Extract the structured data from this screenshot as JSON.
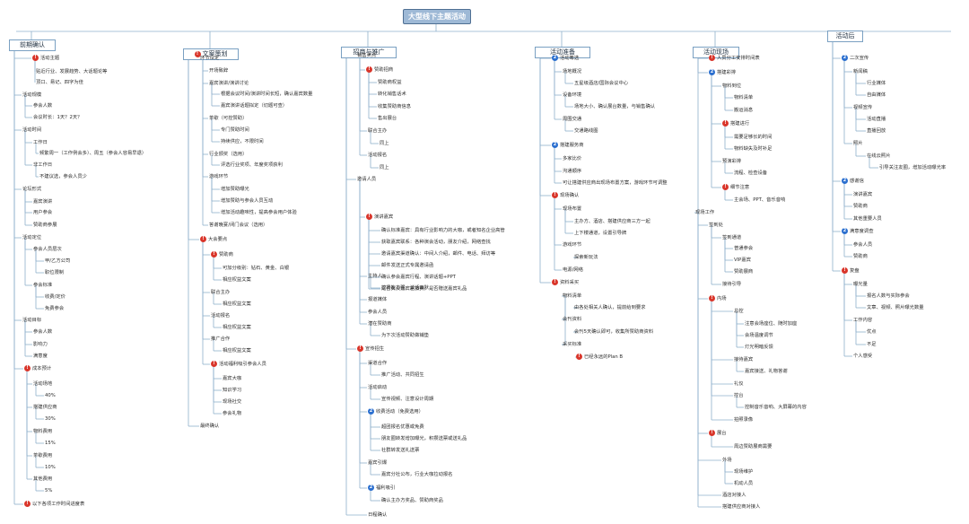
{
  "title": "大型线下主题活动",
  "branches": [
    {
      "label": "前期确认"
    },
    {
      "label": "文案策划",
      "badge": "red"
    },
    {
      "label": "招商与推广"
    },
    {
      "label": "活动准备"
    },
    {
      "label": "活动现场"
    },
    {
      "label": "活动后"
    }
  ],
  "nodes": [
    {
      "text": "活动主题",
      "badge": "red"
    },
    {
      "text": "贴近行业、发展趋势、大话题论等"
    },
    {
      "text": "顶口、易记、四字为佳"
    },
    {
      "text": "活动规模"
    },
    {
      "text": "参会人数"
    },
    {
      "text": "会议时长：1天？2天？"
    },
    {
      "text": "活动时间"
    },
    {
      "text": "工作日"
    },
    {
      "text": "频繁周一（工作例会多）、周五（参会人容易早退）"
    },
    {
      "text": "非工作日"
    },
    {
      "text": "不建议选，参会人员少"
    },
    {
      "text": "论坛形式"
    },
    {
      "text": "嘉宾演讲"
    },
    {
      "text": "用户参会"
    },
    {
      "text": "赞助商参展"
    },
    {
      "text": "活动定位"
    },
    {
      "text": "参会人员层次"
    },
    {
      "text": "甲/乙方公司"
    },
    {
      "text": "职位限制"
    },
    {
      "text": "参会标准"
    },
    {
      "text": "收费/定价"
    },
    {
      "text": "免费参会"
    },
    {
      "text": "活动目标"
    },
    {
      "text": "参会人数"
    },
    {
      "text": "影响力"
    },
    {
      "text": "满意度"
    },
    {
      "text": "成本预计",
      "badge": "red"
    },
    {
      "text": "活动场地"
    },
    {
      "text": "40%"
    },
    {
      "text": "搭建供应商"
    },
    {
      "text": "30%"
    },
    {
      "text": "物料费用"
    },
    {
      "text": "15%"
    },
    {
      "text": "茶歇费用"
    },
    {
      "text": "10%"
    },
    {
      "text": "其他费用"
    },
    {
      "text": "5%"
    },
    {
      "text": "以下各项工作时间进度表",
      "badge": "red"
    },
    {
      "text": "环节设定"
    },
    {
      "text": "开场致辞"
    },
    {
      "text": "嘉宾演讲/演讲讨论"
    },
    {
      "text": "根据会议时间/演讲时间长短，确认嘉宾数量"
    },
    {
      "text": "嘉宾演讲话题拟定（切题可查）"
    },
    {
      "text": "茶歇（可控赞助）"
    },
    {
      "text": "专门赞助时间"
    },
    {
      "text": "持续供应，不限时间"
    },
    {
      "text": "行业颁奖（选用）"
    },
    {
      "text": "评选行业奖项、年度奖项获利"
    },
    {
      "text": "游戏环节"
    },
    {
      "text": "增加赞助曝光"
    },
    {
      "text": "增加赞助与参会人员互动"
    },
    {
      "text": "增加活动趣味性，提高参会用户体验"
    },
    {
      "text": "答谢晚宴/闭门会议（选用）"
    },
    {
      "text": "大会要点",
      "badge": "red"
    },
    {
      "text": "赞助商",
      "badge": "red"
    },
    {
      "text": "可加分级别：钻石、黄金、白银"
    },
    {
      "text": "相应权益文案"
    },
    {
      "text": "联合主办"
    },
    {
      "text": "相应权益文案"
    },
    {
      "text": "活动报名"
    },
    {
      "text": "相应权益文案"
    },
    {
      "text": "推广合作"
    },
    {
      "text": "相应权益文案"
    },
    {
      "text": "活动福利吸引参会人员",
      "badge": "red"
    },
    {
      "text": "嘉宾大咖"
    },
    {
      "text": "知识学习"
    },
    {
      "text": "现场社交"
    },
    {
      "text": "参会礼物"
    },
    {
      "text": "最终确认"
    },
    {
      "text": "销售卖点"
    },
    {
      "text": "赞助招商",
      "badge": "red"
    },
    {
      "text": "赞助商权益"
    },
    {
      "text": "转化销售话术"
    },
    {
      "text": "收集赞助商信息"
    },
    {
      "text": "售出展台"
    },
    {
      "text": "联合主办"
    },
    {
      "text": "同上"
    },
    {
      "text": "活动报名"
    },
    {
      "text": "同上"
    },
    {
      "text": "邀请人员"
    },
    {
      "text": "演讲嘉宾",
      "badge": "red"
    },
    {
      "text": "确认标准嘉宾：具有行业影响力的大咖，或者知名企业高管"
    },
    {
      "text": "获取嘉宾联系：各种演会活动，朋友介绍，网络查找"
    },
    {
      "text": "邀请嘉宾渠道确认：中间人介绍，邮件、电话、拜访等"
    },
    {
      "text": "邮件发送正式专属邀请函"
    },
    {
      "text": "确认参会嘉宾行程、演讲话题+PPT"
    },
    {
      "text": "是否负责嘉宾差旅费，是否赠送嘉宾礼品"
    },
    {
      "text": "主持人"
    },
    {
      "text": "控场能力强，谈话幽默"
    },
    {
      "text": "报道媒体"
    },
    {
      "text": "参会人员"
    },
    {
      "text": "潜在赞助商"
    },
    {
      "text": "为下次活动赞助做铺垫"
    },
    {
      "text": "宣传招生",
      "badge": "red"
    },
    {
      "text": "渠道合作"
    },
    {
      "text": "推广活动、共同招生"
    },
    {
      "text": "活动启动"
    },
    {
      "text": "宣传视频、注意设计周期"
    },
    {
      "text": "收费活动（免费选用）",
      "badge": "blue"
    },
    {
      "text": "超团报名优惠或免费"
    },
    {
      "text": "朋友圈转发增加曝光，积攒送票或送礼品"
    },
    {
      "text": "社群转发送礼送票"
    },
    {
      "text": "嘉宾引爆"
    },
    {
      "text": "嘉宾分社公布，行业大咖拉动报名"
    },
    {
      "text": "福利吸引",
      "badge": "blue"
    },
    {
      "text": "确认主办方奖品、赞助商奖品"
    },
    {
      "text": "日程确认"
    },
    {
      "text": "活动筹选",
      "badge": "blue"
    },
    {
      "text": "场地概况"
    },
    {
      "text": "五星级酒店/国际会议中心"
    },
    {
      "text": "设备环境"
    },
    {
      "text": "场地大小、确认展台数量，与销售确认"
    },
    {
      "text": "周围交通"
    },
    {
      "text": "交通路线图"
    },
    {
      "text": "搭建服务商",
      "badge": "blue"
    },
    {
      "text": "多家比价"
    },
    {
      "text": "沟通顺序"
    },
    {
      "text": "可让搭建供应商出现场布置方案，游戏环节可调整"
    },
    {
      "text": "现场确认",
      "badge": "red"
    },
    {
      "text": "现场布置"
    },
    {
      "text": "主办方、酒店、搭建供应商三方一起"
    },
    {
      "text": "上下楼通道，设置引导牌"
    },
    {
      "text": "游戏环节"
    },
    {
      "text": "探索新玩法"
    },
    {
      "text": "电源/网络"
    },
    {
      "text": "资料采买",
      "badge": "red"
    },
    {
      "text": "物料清单"
    },
    {
      "text": "由各处相关人确认，提前给到要求"
    },
    {
      "text": "会刊资料"
    },
    {
      "text": "会刊5天确认即可，收集所赞助商资料"
    },
    {
      "text": "采买标准"
    },
    {
      "text": "已经永远的Plan B",
      "badge": "red"
    },
    {
      "text": "人员分工安排时间表",
      "badge": "red"
    },
    {
      "text": "搭建彩排",
      "badge": "blue"
    },
    {
      "text": "物料到位"
    },
    {
      "text": "物料清单"
    },
    {
      "text": "搬运消息"
    },
    {
      "text": "搭建进行",
      "badge": "red"
    },
    {
      "text": "需要足够长的时间"
    },
    {
      "text": "物料缺失及时补足"
    },
    {
      "text": "预演彩排"
    },
    {
      "text": "流程、检查设备"
    },
    {
      "text": "细节注意",
      "badge": "red"
    },
    {
      "text": "主会场、PPT、音乐音响"
    },
    {
      "text": "现场工作"
    },
    {
      "text": "签到处"
    },
    {
      "text": "签到通道"
    },
    {
      "text": "普通参会"
    },
    {
      "text": "VIP嘉宾"
    },
    {
      "text": "赞助展商"
    },
    {
      "text": "接待引导"
    },
    {
      "text": "内场",
      "badge": "red"
    },
    {
      "text": "总控"
    },
    {
      "text": "注意会场座位、随时加座"
    },
    {
      "text": "会场温度调节"
    },
    {
      "text": "灯光明暗反馈"
    },
    {
      "text": "接待嘉宾"
    },
    {
      "text": "嘉宾接送、礼物答谢"
    },
    {
      "text": "礼仪"
    },
    {
      "text": "控台"
    },
    {
      "text": "控制音乐音响、大屏幕的内容"
    },
    {
      "text": "拍照录像"
    },
    {
      "text": "展台",
      "badge": "red"
    },
    {
      "text": "周边赞助展商需要"
    },
    {
      "text": "外场"
    },
    {
      "text": "现场维护"
    },
    {
      "text": "机动人员"
    },
    {
      "text": "酒店对接人"
    },
    {
      "text": "搭建供应商对接人"
    },
    {
      "text": "二次宣传",
      "badge": "blue"
    },
    {
      "text": "新闻稿"
    },
    {
      "text": "行业媒体"
    },
    {
      "text": "自由媒体"
    },
    {
      "text": "视频宣传"
    },
    {
      "text": "活动直播"
    },
    {
      "text": "直播回放"
    },
    {
      "text": "照片"
    },
    {
      "text": "在线云照片"
    },
    {
      "text": "引导关注友圈，增加活动曝光率"
    },
    {
      "text": "感谢信",
      "badge": "blue"
    },
    {
      "text": "演讲嘉宾"
    },
    {
      "text": "赞助商"
    },
    {
      "text": "其他重要人员"
    },
    {
      "text": "满意度调查",
      "badge": "blue"
    },
    {
      "text": "参会人员"
    },
    {
      "text": "赞助商"
    },
    {
      "text": "复盘",
      "badge": "red"
    },
    {
      "text": "曝光量"
    },
    {
      "text": "报名人数与实际参会"
    },
    {
      "text": "文章、视频、照片曝光数量"
    },
    {
      "text": "工作内容"
    },
    {
      "text": "优点"
    },
    {
      "text": "不足"
    },
    {
      "text": "个人感受"
    }
  ]
}
